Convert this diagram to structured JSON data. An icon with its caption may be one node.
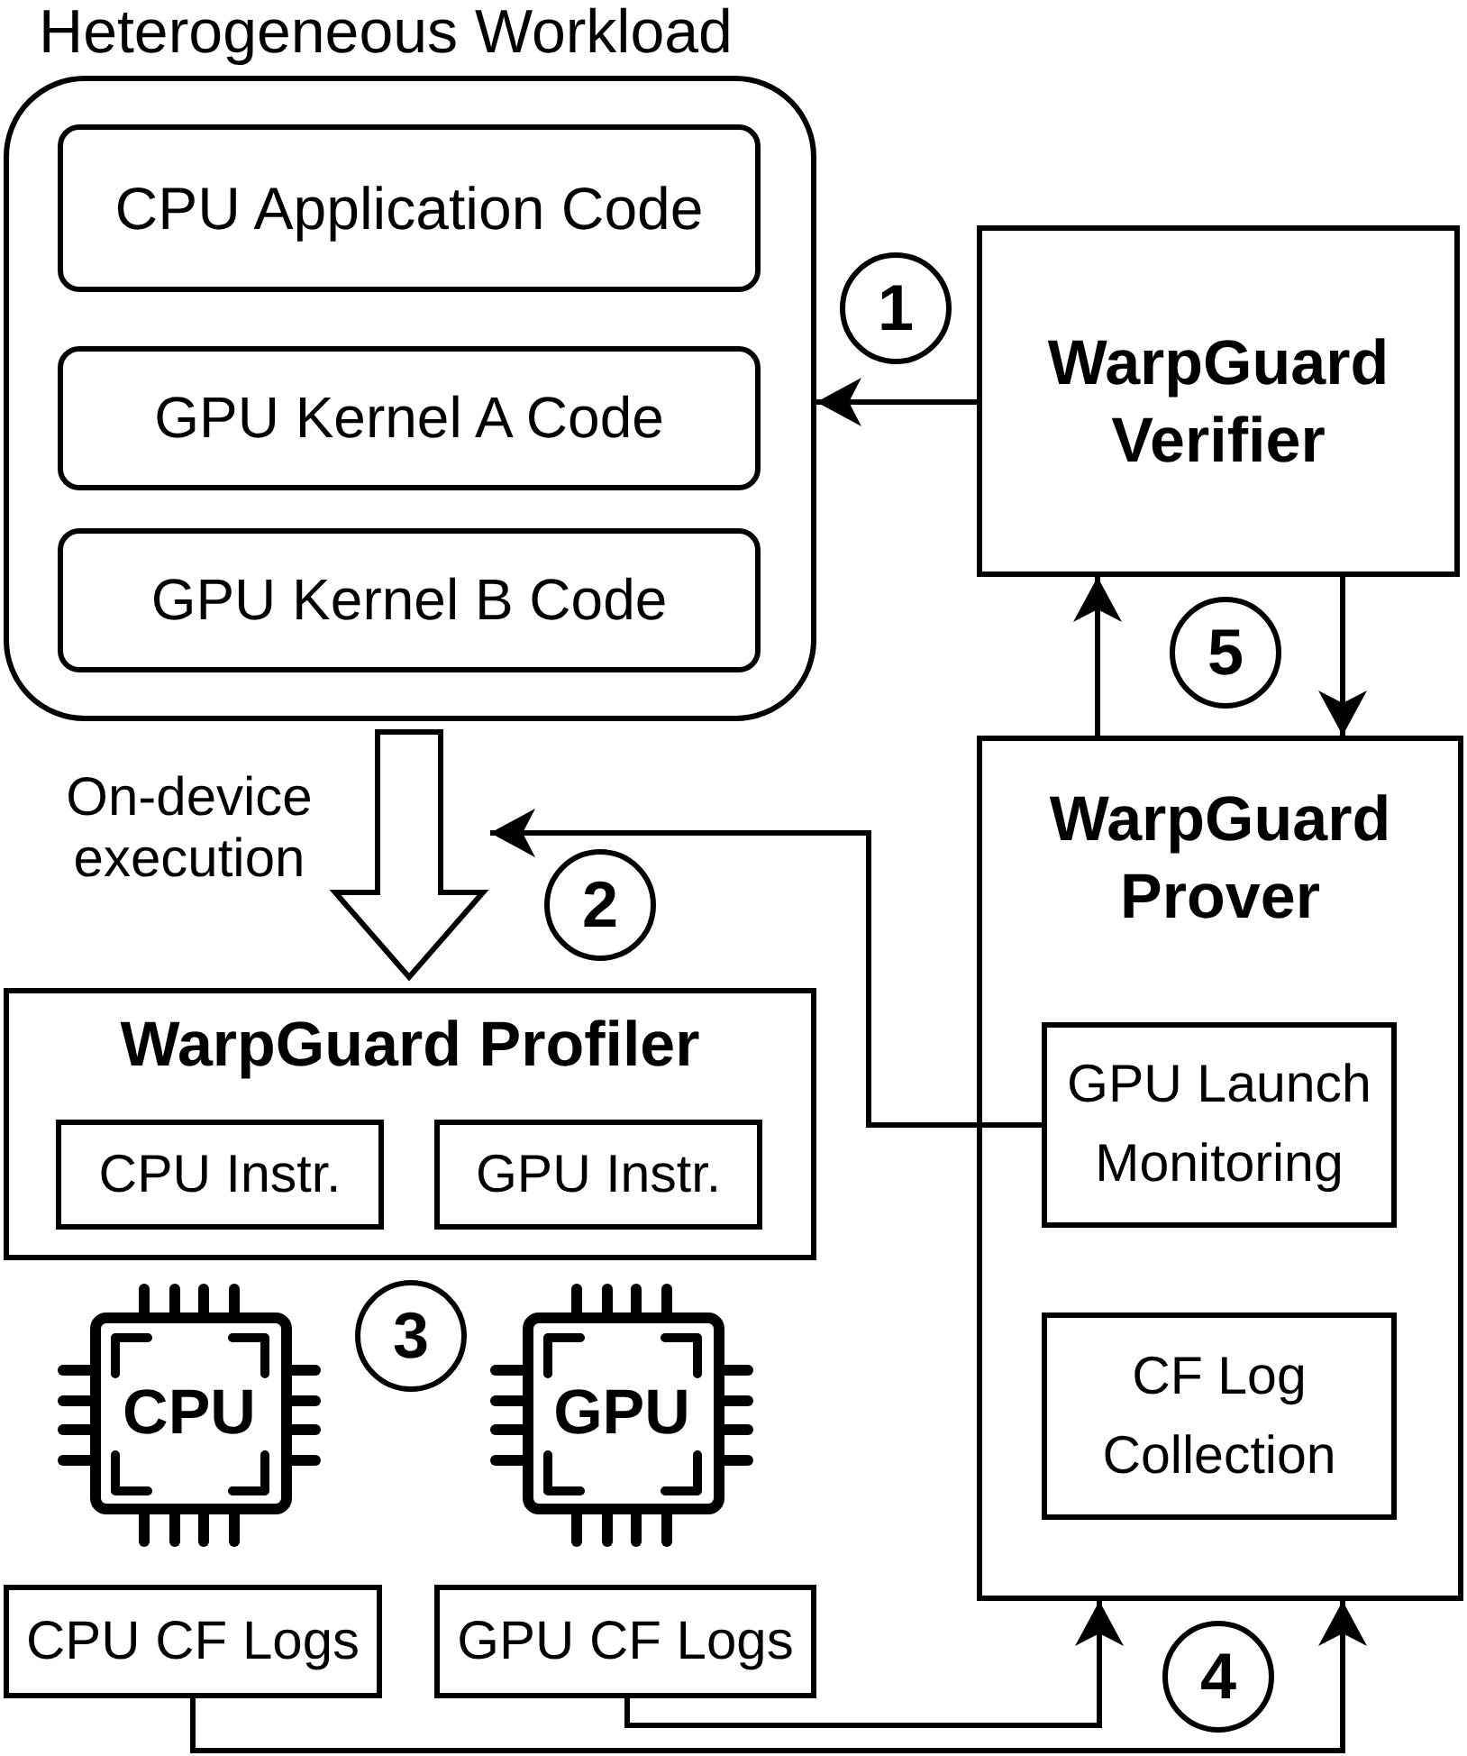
{
  "diagram": {
    "nodes": [
      {
        "text": [
          "Heterogeneous Workload"
        ]
      },
      {
        "text": [
          "CPU Application Code"
        ],
        "in": 0
      },
      {
        "text": [
          "GPU Kernel A Code"
        ],
        "in": 0
      },
      {
        "text": [
          "GPU Kernel B Code"
        ],
        "in": 0
      },
      {
        "text": [
          "WarpGuard Verifier"
        ]
      },
      {
        "text": [
          "WarpGuard Prover"
        ]
      },
      {
        "text": [
          "GPU Launch Monitoring"
        ],
        "in": 5
      },
      {
        "text": [
          "CF Log Collection"
        ],
        "in": 5
      },
      {
        "text": [
          "WarpGuard Profiler"
        ]
      },
      {
        "text": [
          "CPU Instr."
        ],
        "in": 8
      },
      {
        "text": [
          "GPU Instr."
        ],
        "in": 8
      },
      {
        "text": [
          "CPU"
        ]
      },
      {
        "text": [
          "GPU"
        ]
      },
      {
        "text": [
          "CPU CF Logs"
        ]
      },
      {
        "text": [
          "GPU CF Logs"
        ]
      }
    ],
    "edges": [
      {
        "from": 4,
        "to": 0,
        "arrow": "to"
      },
      {
        "from": 0,
        "to": 8,
        "arrow": "to",
        "label": "On-device execution",
        "style": "thick"
      },
      {
        "from": 6,
        "to": null,
        "arrow": "to"
      },
      {
        "from": 5,
        "to": 4,
        "arrow": "to"
      },
      {
        "from": 4,
        "to": 5,
        "arrow": "to"
      },
      {
        "from": 14,
        "to": 5,
        "arrow": "to"
      },
      {
        "from": 13,
        "to": 5,
        "arrow": "to"
      }
    ],
    "labels": [
      "1",
      "5",
      "2",
      "3",
      "4"
    ]
  }
}
